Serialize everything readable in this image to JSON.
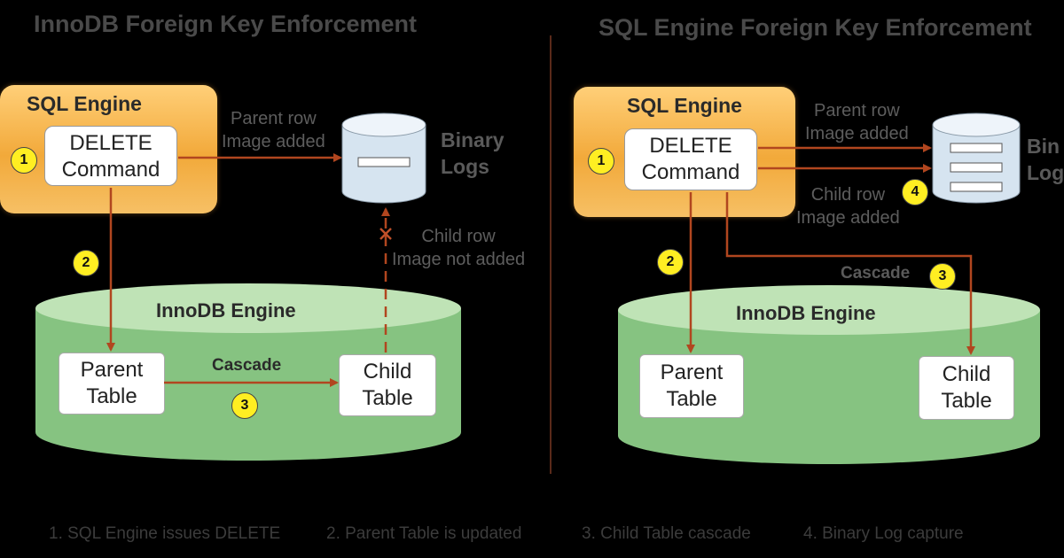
{
  "left": {
    "title": "InnoDB Foreign Key Enforcement",
    "sql_engine": "SQL Engine",
    "command_line1": "DELETE",
    "command_line2": "Command",
    "parent_row_line1": "Parent row",
    "parent_row_line2": "Image added",
    "binary_line1": "Binary",
    "binary_line2": "Logs",
    "child_row_line1": "Child row",
    "child_row_line2": "Image not added",
    "innodb_engine": "InnoDB Engine",
    "parent_line1": "Parent",
    "parent_line2": "Table",
    "child_line1": "Child",
    "child_line2": "Table",
    "cascade": "Cascade",
    "step1": "1",
    "step2": "2",
    "step3": "3"
  },
  "right": {
    "title": "SQL Engine Foreign Key Enforcement",
    "sql_engine": "SQL Engine",
    "command_line1": "DELETE",
    "command_line2": "Command",
    "parent_row_line1": "Parent row",
    "parent_row_line2": "Image added",
    "binary_line1": "Bin",
    "binary_line2": "Log",
    "child_row_line1": "Child row",
    "child_row_line2": "Image added",
    "cascade": "Cascade",
    "innodb_engine": "InnoDB Engine",
    "parent_line1": "Parent",
    "parent_line2": "Table",
    "child_line1": "Child",
    "child_line2": "Table",
    "step1": "1",
    "step2": "2",
    "step3": "3",
    "step4": "4"
  },
  "legend": [
    "1. SQL Engine issues DELETE",
    "2. Parent Table is updated",
    "3. Child Table cascade",
    "4. Binary Log capture"
  ],
  "colors": {
    "arrow": "#b1461f",
    "sql_engine_fill": "#f2a93a",
    "innodb_fill": "#8fc98a",
    "badge": "#ffee22",
    "binary_log_fill": "#d6e4f0"
  }
}
